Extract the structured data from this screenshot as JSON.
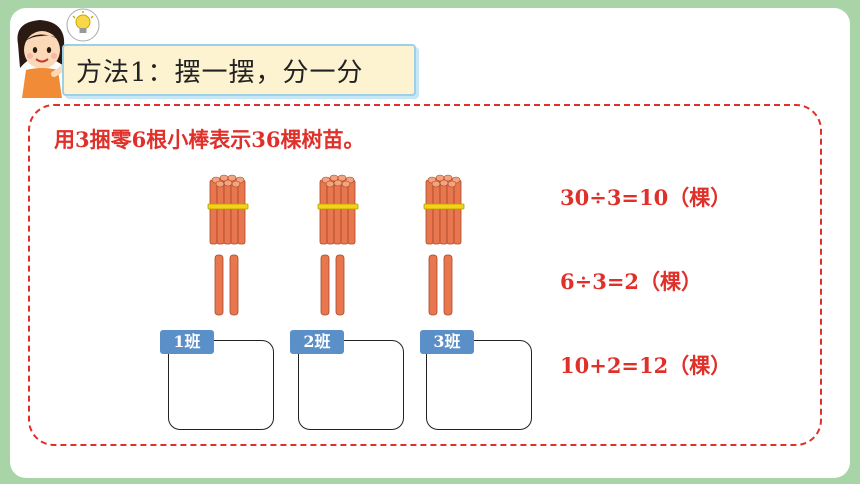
{
  "header": {
    "title": "方法1：摆一摆，分一分"
  },
  "instruction": "用3捆零6根小棒表示36棵树苗。",
  "equations": [
    "30÷3=10（棵）",
    "6÷3=2（棵）",
    "10+2=12（棵）"
  ],
  "classes": [
    {
      "label": "1班"
    },
    {
      "label": "2班"
    },
    {
      "label": "3班"
    }
  ],
  "colors": {
    "accent_red": "#e0302a",
    "stick": "#e8764e",
    "tie": "#f2d21a",
    "tag_blue": "#5b8fc7",
    "border_green": "#a8d4a8"
  },
  "icons": [
    "girl-character-icon",
    "lightbulb-icon",
    "stick-bundle-icon",
    "stick-pair-icon"
  ]
}
